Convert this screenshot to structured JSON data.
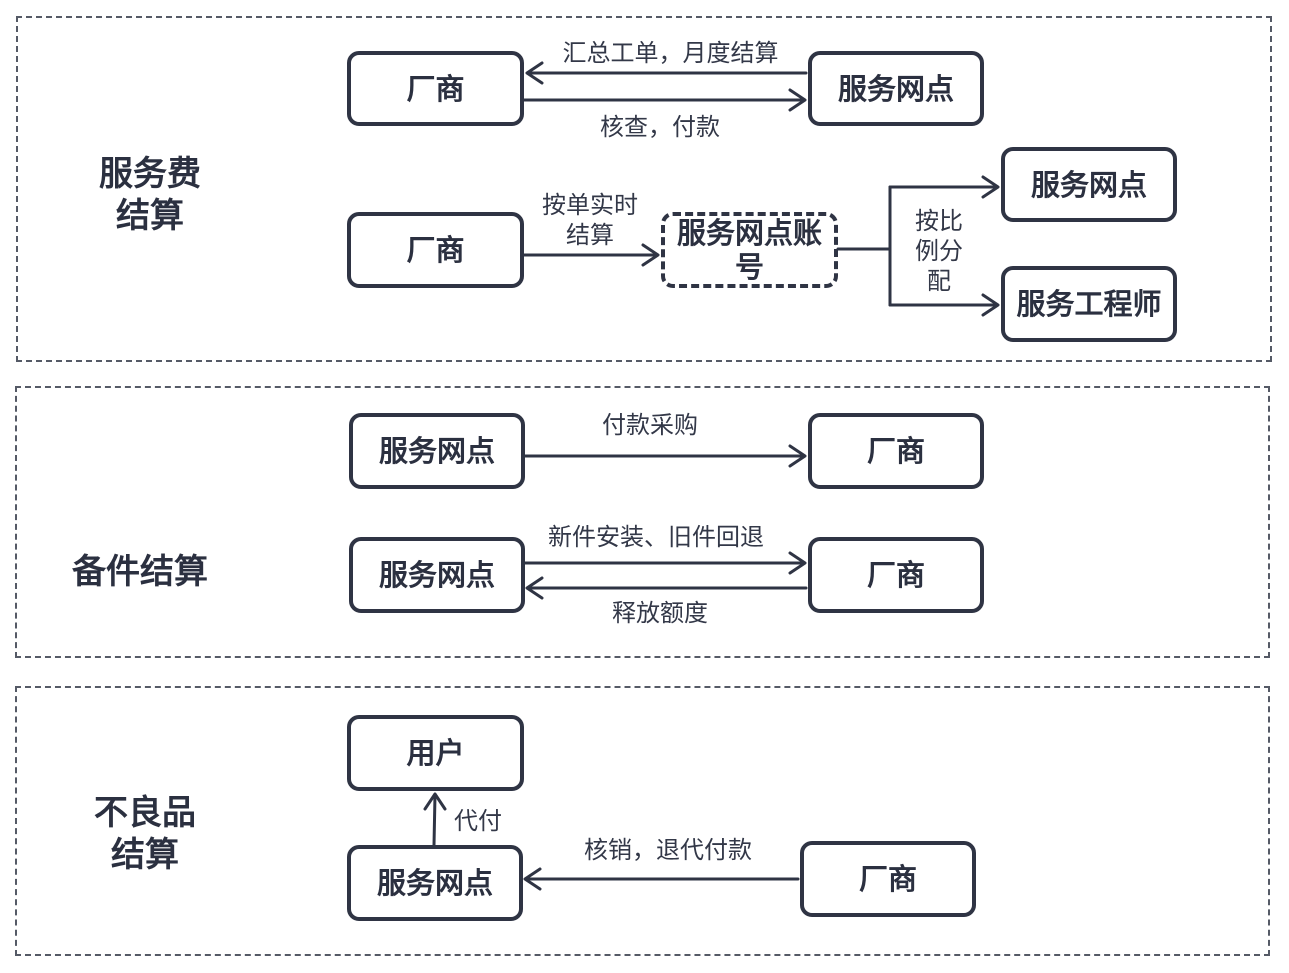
{
  "sections": [
    {
      "label_lines": [
        "服务费",
        "结算"
      ],
      "boxes": [
        "厂商",
        "服务网点",
        "厂商",
        "服务网点账号",
        "服务网点",
        "服务工程师"
      ],
      "edge_labels": [
        "汇总工单，月度结算",
        "核查，付款",
        "按单实时结算",
        "按比例分配"
      ],
      "edge_label_lines": {
        "realtime": [
          "按单实时",
          "结算"
        ],
        "ratio": [
          "按比",
          "例分",
          "配"
        ]
      }
    },
    {
      "label_lines": [
        "备件结算"
      ],
      "boxes": [
        "服务网点",
        "厂商",
        "服务网点",
        "厂商"
      ],
      "edge_labels": [
        "付款采购",
        "新件安装、旧件回退",
        "释放额度"
      ]
    },
    {
      "label_lines": [
        "不良品",
        "结算"
      ],
      "boxes": [
        "用户",
        "服务网点",
        "厂商"
      ],
      "edge_labels": [
        "代付",
        "核销，退代付款"
      ]
    }
  ]
}
